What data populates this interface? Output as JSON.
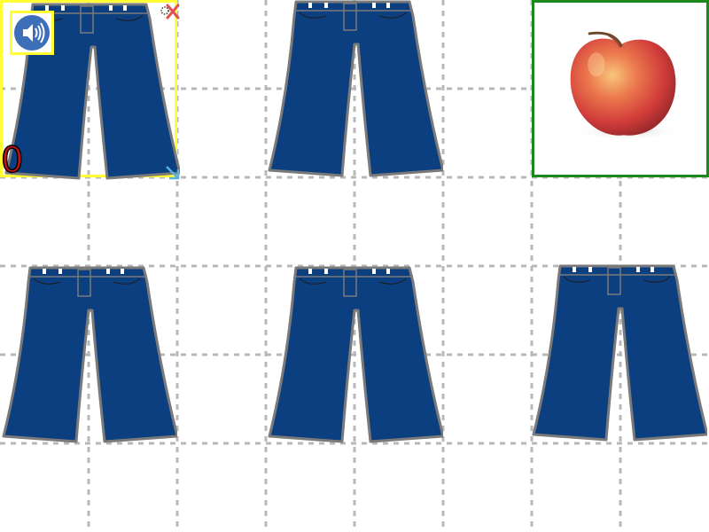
{
  "game": {
    "score": "0",
    "colors": {
      "grid_line": "#b8b8b8",
      "pants_fill": "#0b3f80",
      "pants_outline": "#7a7a7a",
      "selected_border": "#ffff33",
      "target_border": "#1a8a1a",
      "sound_button": "#3d6fb8",
      "close_x": "#e05050",
      "score_text": "#cc1111"
    },
    "cards": [
      {
        "row": 0,
        "col": 0,
        "item": "pants",
        "selected": true
      },
      {
        "row": 0,
        "col": 1,
        "item": "pants",
        "selected": false
      },
      {
        "row": 0,
        "col": 2,
        "item": "apple",
        "selected": false,
        "target": true
      },
      {
        "row": 1,
        "col": 0,
        "item": "pants",
        "selected": false
      },
      {
        "row": 1,
        "col": 1,
        "item": "pants",
        "selected": false
      },
      {
        "row": 1,
        "col": 2,
        "item": "pants",
        "selected": false
      }
    ],
    "icons": {
      "sound": "speaker-icon",
      "close": "close-icon",
      "resize": "resize-arrow-icon"
    }
  }
}
